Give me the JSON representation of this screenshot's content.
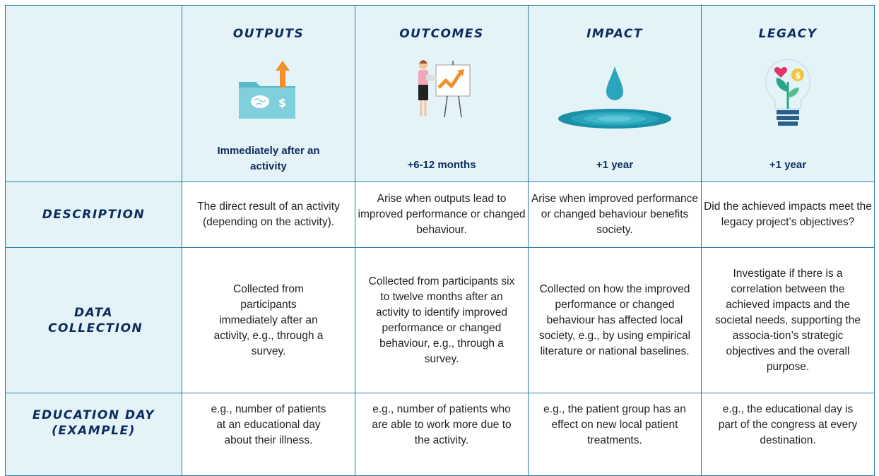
{
  "columns": [
    {
      "title": "OUTPUTS",
      "timing": "Immediately after an activity",
      "icon": "folder-brain-arrow-icon"
    },
    {
      "title": "OUTCOMES",
      "timing": "+6-12 months",
      "icon": "presenter-growth-chart-icon"
    },
    {
      "title": "IMPACT",
      "timing": "+1 year",
      "icon": "water-drop-ripple-icon"
    },
    {
      "title": "LEGACY",
      "timing": "+1 year",
      "icon": "lightbulb-plant-icon"
    }
  ],
  "rows": [
    {
      "label": "DESCRIPTION",
      "cells": [
        "The direct result of an activity (depending on the activity).",
        "Arise when outputs lead to improved performance or changed behaviour.",
        "Arise when improved performance or changed behaviour benefits society.",
        "Did the achieved impacts meet the legacy project’s objectives?"
      ]
    },
    {
      "label": "DATA COLLECTION",
      "cells": [
        "Collected from participants immediately after an activity, e.g., through a survey.",
        "Collected from participants six to twelve months after an activity to identify improved performance or changed behaviour, e.g., through a survey.",
        "Collected on how the improved performance or changed behaviour has affected local society, e.g., by using empirical literature or national baselines.",
        "Investigate if there is a correlation between the achieved impacts and the societal needs, supporting the associa-tion’s strategic objectives and the overall purpose."
      ]
    },
    {
      "label": "EDUCATION DAY (EXAMPLE)",
      "cells": [
        "e.g., number of patients at an educational day about their illness.",
        "e.g., number of patients who are able to work more due to the activity.",
        "e.g., the patient group has an effect on new local patient treatments.",
        "e.g., the educational day is part of the congress at every destination."
      ]
    }
  ],
  "colors": {
    "border": "#2c7aa8",
    "header_bg": "#e3f3f7",
    "heading_text": "#0d2c5e",
    "accent_orange": "#f0902a",
    "accent_teal": "#3fb6c8"
  }
}
